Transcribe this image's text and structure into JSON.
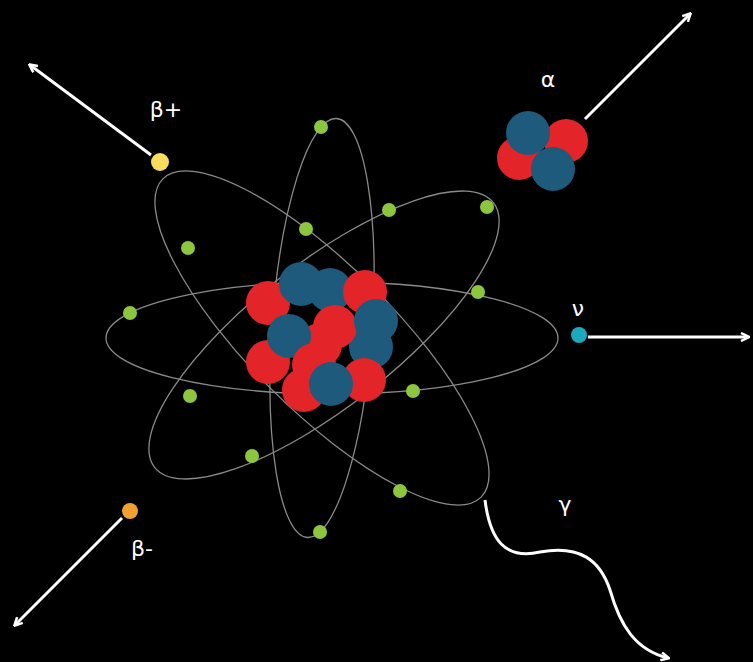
{
  "diagram": {
    "labels": [
      "α",
      "β+",
      "ν",
      "γ",
      "β-"
    ]
  }
}
